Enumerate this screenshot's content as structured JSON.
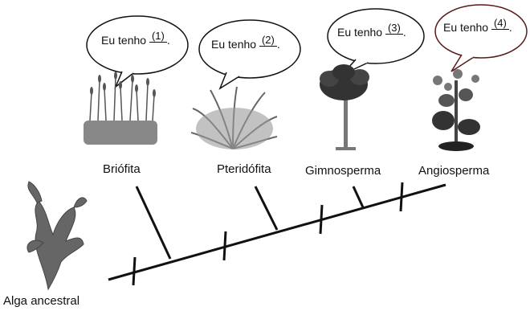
{
  "bubbles": [
    {
      "prefix": "Eu tenho",
      "blank": "(1)",
      "end": "."
    },
    {
      "prefix": "Eu tenho",
      "blank": "(2)",
      "end": "."
    },
    {
      "prefix": "Eu tenho",
      "blank": "(3)",
      "end": "."
    },
    {
      "prefix": "Eu tenho",
      "blank": "(4)",
      "end": "."
    }
  ],
  "labels": {
    "alga": "Alga ancestral",
    "briofita": "Briófita",
    "pteridofita": "Pteridófita",
    "gimnosperma": "Gimnosperma",
    "angiosperma": "Angiosperma"
  },
  "icons": {
    "alga": "alga-icon",
    "briofita": "moss-icon",
    "pteridofita": "fern-icon",
    "gimnosperma": "tree-icon",
    "angiosperma": "flowering-plant-icon"
  },
  "colors": {
    "line": "#111111",
    "bubble4_border": "#5a1a1a"
  }
}
